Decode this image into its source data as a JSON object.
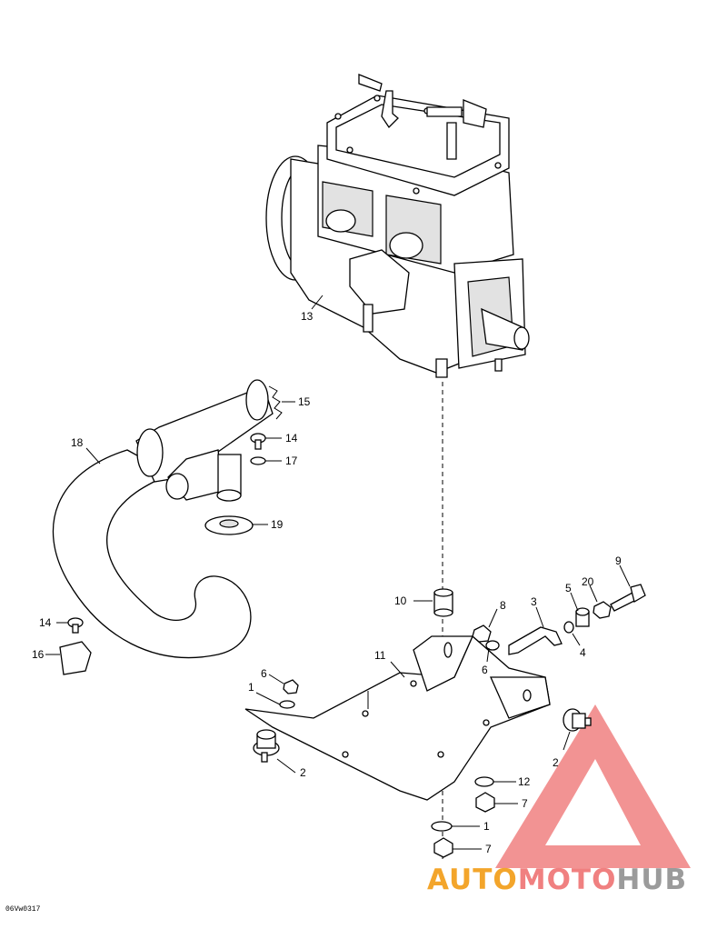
{
  "diagram": {
    "callouts": {
      "c1a": "1",
      "c1b": "1",
      "c2a": "2",
      "c2b": "2",
      "c3": "3",
      "c4": "4",
      "c5": "5",
      "c6a": "6",
      "c6b": "6",
      "c7a": "7",
      "c7b": "7",
      "c8": "8",
      "c9": "9",
      "c10": "10",
      "c11": "11",
      "c12": "12",
      "c13": "13",
      "c14a": "14",
      "c14b": "14",
      "c15": "15",
      "c16": "16",
      "c17": "17",
      "c18": "18",
      "c19": "19",
      "c20": "20"
    },
    "figure_code": "06Vw0317"
  },
  "watermark": {
    "part1": "AUTO",
    "part2": "MOTO",
    "part3": "HUB",
    "colors": {
      "auto": "#f3a52b",
      "moto": "#f08080",
      "hub": "#9b9b9b",
      "triangle": "#f08080"
    }
  }
}
